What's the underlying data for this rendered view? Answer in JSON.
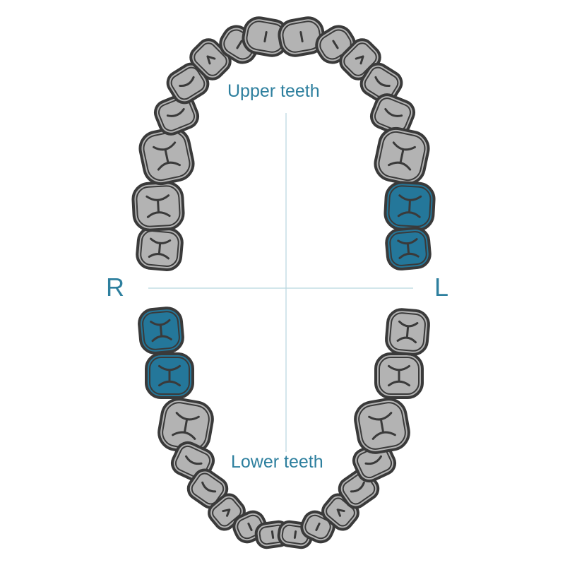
{
  "labels": {
    "upper": "Upper teeth",
    "lower": "Lower teeth",
    "right": "R",
    "left": "L"
  },
  "colors": {
    "text": "#2d7f9e",
    "tooth_fill": "#b3b3b3",
    "tooth_outline": "#3a3a3a",
    "highlight_fill": "#24779a",
    "guide_line": "#b8d6df"
  },
  "teeth": {
    "upper_highlighted": [
      "upper-left-molar-2",
      "upper-left-molar-3"
    ],
    "lower_highlighted": [
      "lower-right-molar-3",
      "lower-right-molar-2"
    ]
  }
}
